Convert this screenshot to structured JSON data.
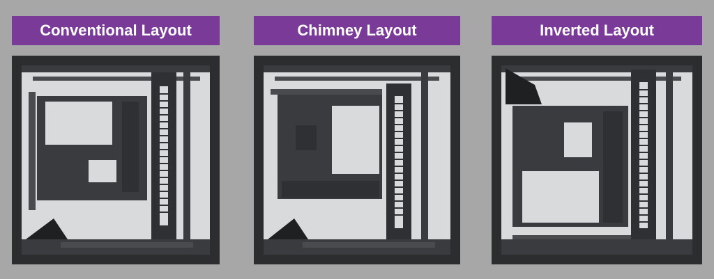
{
  "layouts": [
    {
      "label": "Conventional Layout"
    },
    {
      "label": "Chimney Layout"
    },
    {
      "label": "Inverted Layout"
    }
  ],
  "colors": {
    "background": "#a7a7a8",
    "label_background": "#7a3a98",
    "label_text": "#ffffff",
    "frame": "#2c2d2f",
    "frame_light": "#4a4b4e",
    "interior": "#d9dadb"
  }
}
